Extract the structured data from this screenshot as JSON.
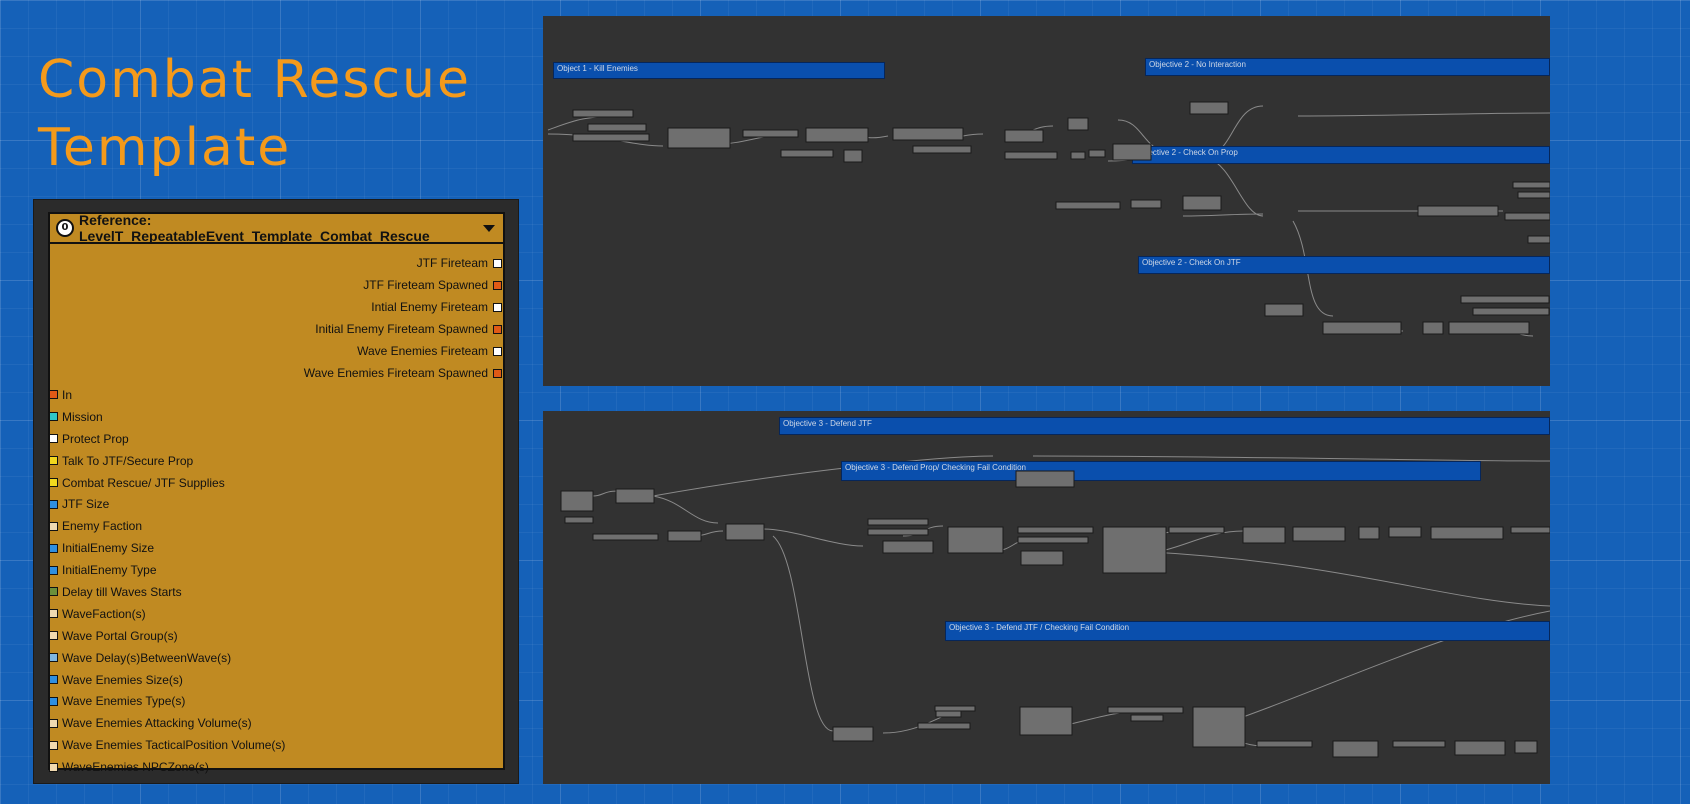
{
  "title": {
    "line1": "Combat Rescue",
    "line2": "Template"
  },
  "reference": {
    "title": "Reference: LevelT_RepeatableEvent_Template_Combat_Rescue",
    "outputs": [
      {
        "label": "JTF Fireteam",
        "color": "#ffffff"
      },
      {
        "label": "JTF Fireteam Spawned",
        "color": "#e05a16"
      },
      {
        "label": "Intial Enemy Fireteam",
        "color": "#ffffff"
      },
      {
        "label": "Initial Enemy Fireteam Spawned",
        "color": "#e05a16"
      },
      {
        "label": "Wave Enemies Fireteam",
        "color": "#ffffff"
      },
      {
        "label": "Wave Enemies Fireteam Spawned",
        "color": "#e05a16"
      }
    ],
    "inputs": [
      {
        "label": "In",
        "color": "#e05a16"
      },
      {
        "label": "Mission",
        "color": "#2fc6c6"
      },
      {
        "label": "Protect Prop",
        "color": "#ffffff"
      },
      {
        "label": "Talk To JTF/Secure Prop",
        "color": "#f2d81e"
      },
      {
        "label": "Combat Rescue/ JTF Supplies",
        "color": "#f2d81e"
      },
      {
        "label": "JTF Size",
        "color": "#2f8fe0"
      },
      {
        "label": "Enemy Faction",
        "color": "#f0d9b0"
      },
      {
        "label": "InitialEnemy Size",
        "color": "#2f8fe0"
      },
      {
        "label": "InitialEnemy Type",
        "color": "#2f8fe0"
      },
      {
        "label": "Delay till Waves Starts",
        "color": "#6b8f3a"
      },
      {
        "label": "WaveFaction(s)",
        "color": "#f0d9b0"
      },
      {
        "label": "Wave Portal Group(s)",
        "color": "#f0d9b0"
      },
      {
        "label": "Wave Delay(s)BetweenWave(s)",
        "color": "#7fb6e0"
      },
      {
        "label": "Wave Enemies Size(s)",
        "color": "#2f8fe0"
      },
      {
        "label": "Wave Enemies Type(s)",
        "color": "#2f8fe0"
      },
      {
        "label": "Wave Enemies Attacking Volume(s)",
        "color": "#f0d9b0"
      },
      {
        "label": "Wave Enemies TacticalPosition Volume(s)",
        "color": "#f0d9b0"
      },
      {
        "label": "WaveEnemies  NPCZone(s)",
        "color": "#f0d9b0"
      }
    ]
  },
  "graph_top": {
    "frames": [
      {
        "label": "Object 1 - Kill Enemies"
      },
      {
        "label": "Objective 2 - No Interaction"
      },
      {
        "label": "Objective 2 - Check On Prop"
      },
      {
        "label": "Objective 2 - Check On JTF"
      }
    ]
  },
  "graph_bottom": {
    "frames": [
      {
        "label": "Objective 3 - Defend JTF"
      },
      {
        "label": "Objective 3 - Defend Prop/ Checking Fail Condition"
      },
      {
        "label": "Objective 3 - Defend JTF / Checking Fail Condition"
      }
    ]
  }
}
